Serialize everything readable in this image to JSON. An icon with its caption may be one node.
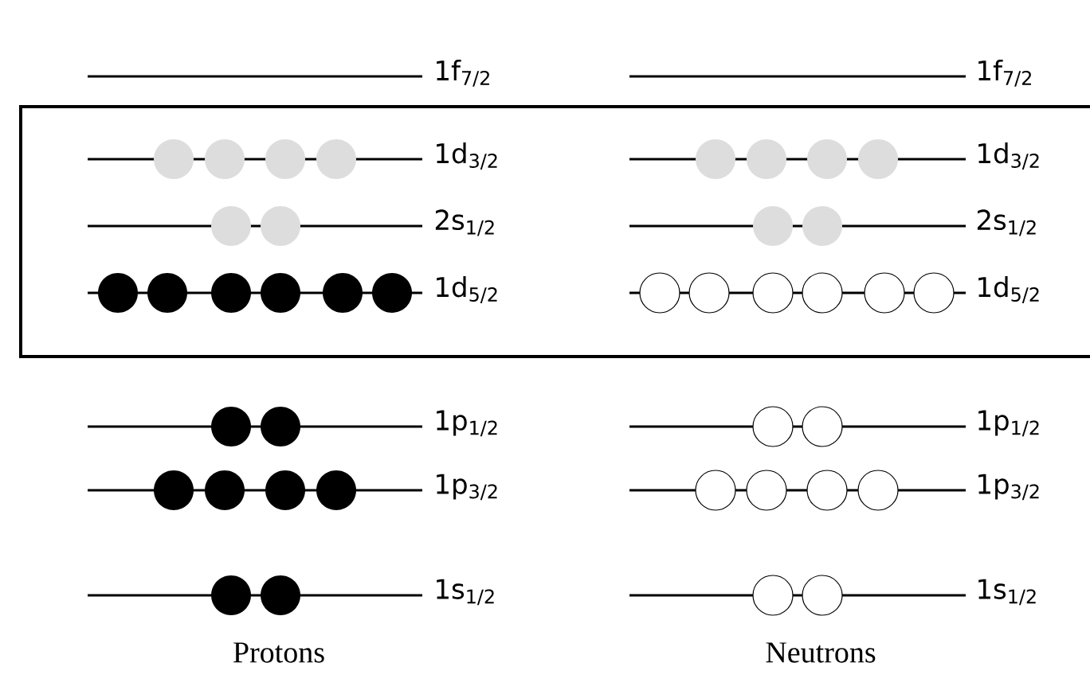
{
  "diagram": {
    "labels": [
      "1f$_{7/2}$",
      "1f$_{7/2}$",
      "1d$_{3/2}$",
      "1d$_{3/2}$",
      "2s$_{1/2}$",
      "2s$_{1/2}$",
      "1d$_{5/2}$",
      "1d$_{5/2}$",
      "1p$_{1/2}$",
      "1p$_{1/2}$",
      "1p$_{3/2}$",
      "1p$_{3/2}$",
      "1s$_{1/2}$",
      "1s$_{1/2}$",
      "Protons",
      "Neutrons"
    ]
  }
}
